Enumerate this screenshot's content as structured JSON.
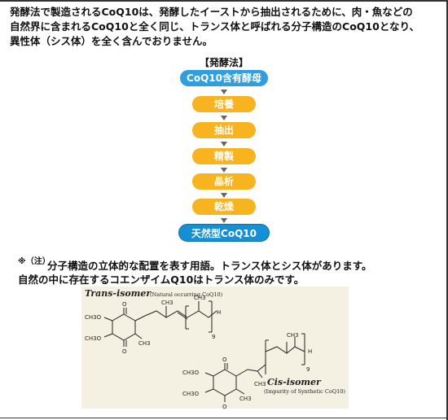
{
  "intro": {
    "line1": "発酵法で製造されるCoQ10は、発酵したイーストから抽出されるために、肉・魚などの",
    "line2": "自然界に含まれるCoQ10と全く同じ、トランス体と呼ばれる分子構造のCoQ10となり、",
    "line3": "異性体（シス体）を全く含んでおりません。"
  },
  "flow": {
    "title": "【発酵法】",
    "steps": [
      "CoQ10含有酵母",
      "培養",
      "抽出",
      "精製",
      "晶析",
      "乾燥",
      "天然型CoQ10"
    ]
  },
  "note": {
    "mark": "※（注）",
    "line1": "分子構造の立体的な配置を表す用語。トランス体とシス体があります。",
    "line2": "自然の中に存在するコエンザイムQ10はトランス体のみです。"
  },
  "diagram": {
    "trans_label": "Trans-isomer",
    "trans_sub": "(Natural occurring CoQ10)",
    "cis_label": "Cis-isomer",
    "cis_sub": "(Impurity of Synthetic CoQ10)",
    "o_label": "O",
    "h_label": "H",
    "ch3o_label": "CH3O",
    "ch3_label": "CH3",
    "sub_9": "9"
  },
  "colors": {
    "orange": "#f8b420",
    "blue": "#2f9fe0",
    "blue_dark": "#1590d4",
    "diagram_bg": "#f4f1e2"
  }
}
